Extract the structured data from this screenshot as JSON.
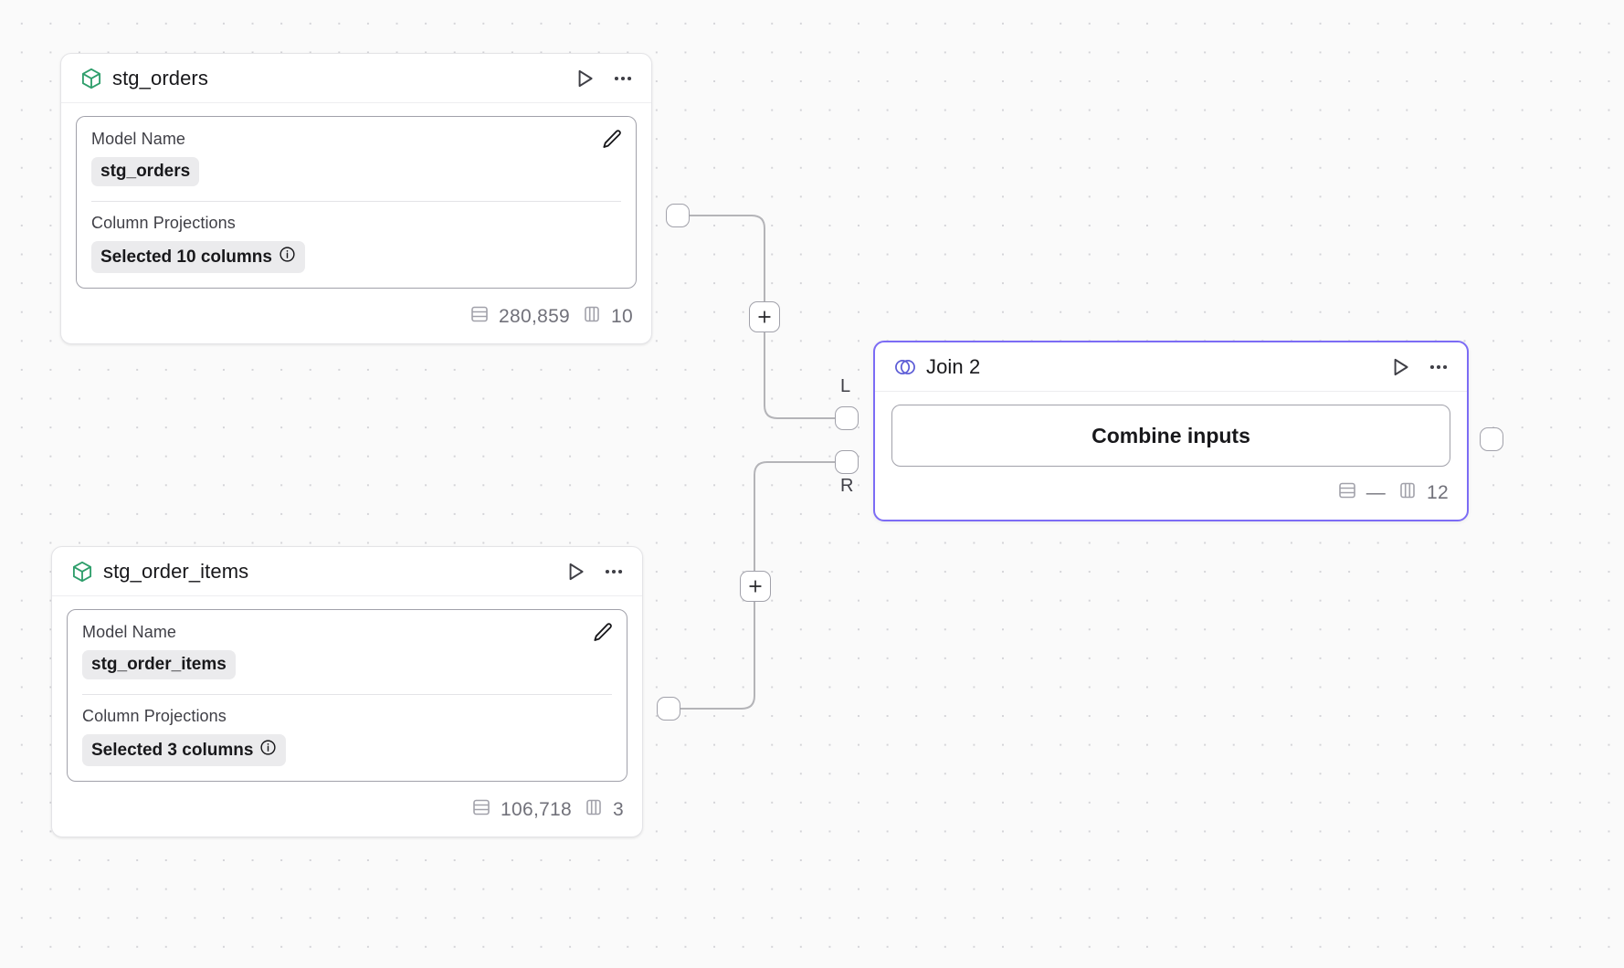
{
  "canvas": {
    "background_color": "#fafafa",
    "grid_dot_color": "#d4d4d8",
    "edge_color": "#b4b4b8"
  },
  "nodes": [
    {
      "id": "stg_orders",
      "type": "model",
      "icon": "cube-icon",
      "icon_color": "#2e9e6b",
      "title": "stg_orders",
      "fields": [
        {
          "label": "Model Name",
          "value": "stg_orders"
        },
        {
          "label": "Column Projections",
          "value": "Selected 10 columns",
          "info": "info-icon"
        }
      ],
      "footer": {
        "rows_label": "280,859",
        "columns_label": "10"
      },
      "actions": {
        "run": "run-icon",
        "more": "more-icon",
        "edit": "edit-pencil-icon"
      }
    },
    {
      "id": "stg_order_items",
      "type": "model",
      "icon": "cube-icon",
      "icon_color": "#2e9e6b",
      "title": "stg_order_items",
      "fields": [
        {
          "label": "Model Name",
          "value": "stg_order_items"
        },
        {
          "label": "Column Projections",
          "value": "Selected 3 columns",
          "info": "info-icon"
        }
      ],
      "footer": {
        "rows_label": "106,718",
        "columns_label": "3"
      },
      "actions": {
        "run": "run-icon",
        "more": "more-icon",
        "edit": "edit-pencil-icon"
      }
    },
    {
      "id": "join_2",
      "type": "join",
      "icon": "venn-join-icon",
      "icon_color": "#5b5bd6",
      "accent_color": "#7c6cf5",
      "selected": true,
      "title": "Join 2",
      "primary_button": "Combine inputs",
      "footer": {
        "rows_label": "—",
        "columns_label": "12"
      },
      "input_ports": [
        {
          "label": "L"
        },
        {
          "label": "R"
        }
      ],
      "actions": {
        "run": "run-icon",
        "more": "more-icon"
      }
    }
  ],
  "edge_controls": [
    {
      "name": "add-node-on-edge-top",
      "label": "+"
    },
    {
      "name": "add-node-on-edge-bottom",
      "label": "+"
    }
  ]
}
